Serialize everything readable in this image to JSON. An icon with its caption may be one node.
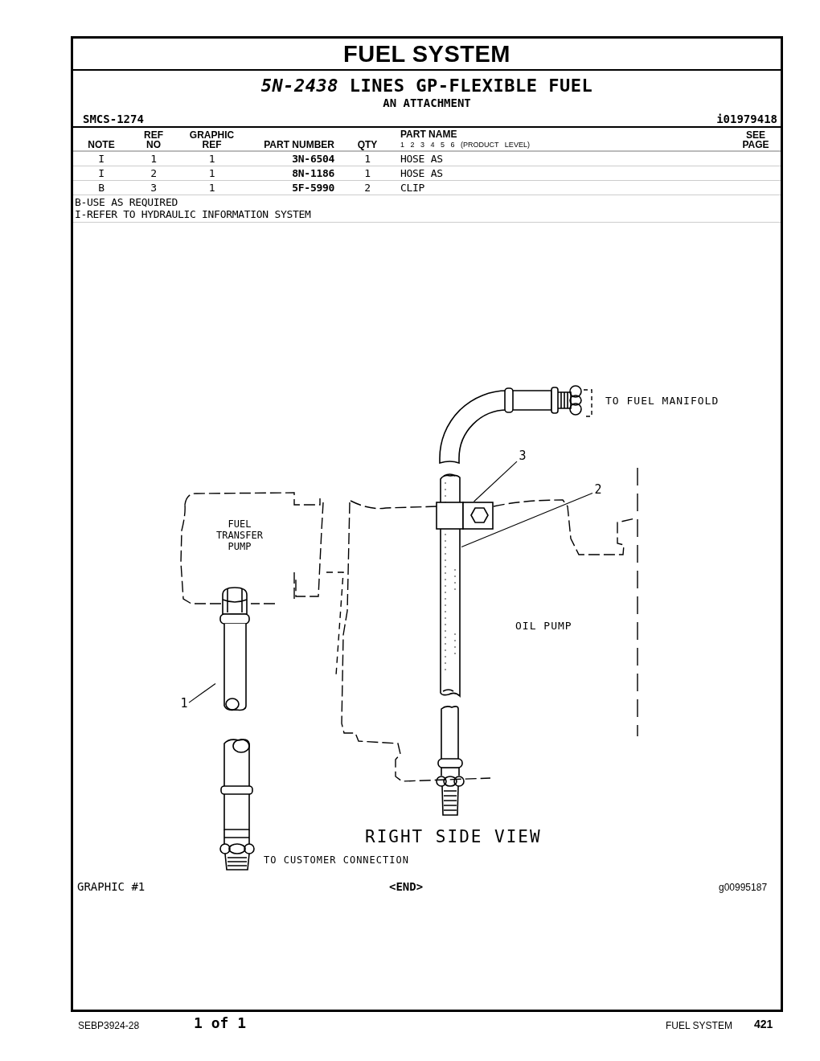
{
  "diagram": {
    "title": "FUEL SYSTEM",
    "nodes": [
      {
        "text": [
          "1"
        ]
      },
      {
        "text": [],
        "shape": "picture"
      },
      {
        "text": [
          "2"
        ]
      },
      {
        "text": [],
        "shape": "picture"
      },
      {
        "text": [
          "3"
        ]
      },
      {
        "text": [],
        "shape": "picture"
      }
    ],
    "edges": [
      {
        "from": 0,
        "to": 1,
        "arrow": "none"
      },
      {
        "from": 2,
        "to": 3,
        "arrow": "none"
      },
      {
        "from": 4,
        "to": 5,
        "arrow": "none"
      }
    ],
    "labels": [
      "*5N-2438* LINES GP-FLEXIBLE FUEL",
      "AN ATTACHMENT",
      "SMCS-1274",
      "i01979418",
      "NOTE",
      "REF NO",
      "GRAPHIC REF",
      "PART NUMBER",
      "QTY",
      "PART NAME",
      "1 2 3 4 5 6 (PRODUCT LEVEL)",
      "SEE PAGE",
      "I",
      "1",
      "1",
      "3N-6504",
      "1",
      "HOSE AS",
      "I",
      "2",
      "1",
      "8N-1186",
      "1",
      "HOSE AS",
      "B",
      "3",
      "1",
      "5F-5990",
      "2",
      "CLIP",
      "B-USE AS REQUIRED",
      "I-REFER TO HYDRAULIC INFORMATION SYSTEM",
      "TO FUEL MANIFOLD",
      "FUEL TRANSFER PUMP",
      "OIL PUMP",
      "RIGHT SIDE VIEW",
      "TO CUSTOMER CONNECTION",
      "GRAPHIC #1",
      "<END>",
      "g00995187",
      "SEBP3924-28",
      "1 of 1",
      "FUEL SYSTEM",
      "421"
    ]
  }
}
